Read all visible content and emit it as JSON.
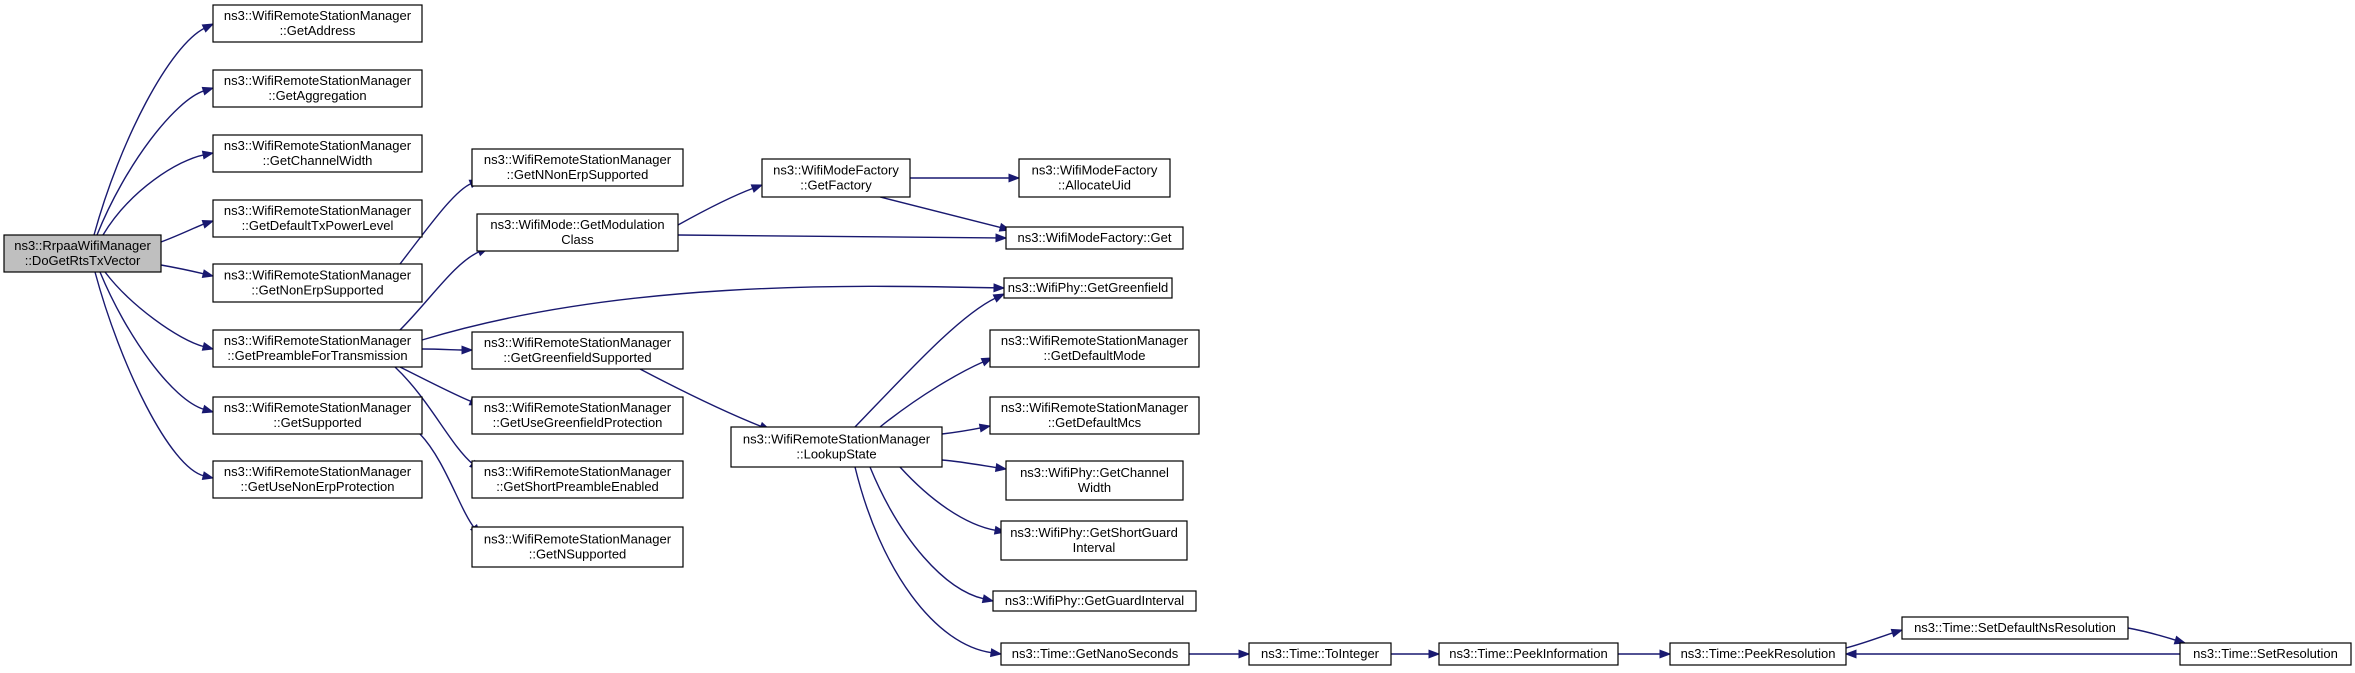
{
  "colors": {
    "edge": "#191970",
    "root_fill": "#bfbfbf",
    "node_fill": "#ffffff"
  },
  "nodes": {
    "root": [
      "ns3::RrpaaWifiManager",
      "::DoGetRtsTxVector"
    ],
    "get_address": [
      "ns3::WifiRemoteStationManager",
      "::GetAddress"
    ],
    "get_aggregation": [
      "ns3::WifiRemoteStationManager",
      "::GetAggregation"
    ],
    "get_channel_width": [
      "ns3::WifiRemoteStationManager",
      "::GetChannelWidth"
    ],
    "get_default_tx_power_level": [
      "ns3::WifiRemoteStationManager",
      "::GetDefaultTxPowerLevel"
    ],
    "get_non_erp_supported": [
      "ns3::WifiRemoteStationManager",
      "::GetNonErpSupported"
    ],
    "get_preamble_for_transmission": [
      "ns3::WifiRemoteStationManager",
      "::GetPreambleForTransmission"
    ],
    "get_supported": [
      "ns3::WifiRemoteStationManager",
      "::GetSupported"
    ],
    "get_use_non_erp_protection": [
      "ns3::WifiRemoteStationManager",
      "::GetUseNonErpProtection"
    ],
    "get_n_non_erp_supported": [
      "ns3::WifiRemoteStationManager",
      "::GetNNonErpSupported"
    ],
    "get_modulation_class": [
      "ns3::WifiMode::GetModulation",
      "Class"
    ],
    "get_greenfield_supported": [
      "ns3::WifiRemoteStationManager",
      "::GetGreenfieldSupported"
    ],
    "get_use_greenfield_protection": [
      "ns3::WifiRemoteStationManager",
      "::GetUseGreenfieldProtection"
    ],
    "get_short_preamble_enabled": [
      "ns3::WifiRemoteStationManager",
      "::GetShortPreambleEnabled"
    ],
    "get_n_supported": [
      "ns3::WifiRemoteStationManager",
      "::GetNSupported"
    ],
    "get_factory": [
      "ns3::WifiModeFactory",
      "::GetFactory"
    ],
    "lookup_state": [
      "ns3::WifiRemoteStationManager",
      "::LookupState"
    ],
    "allocate_uid": [
      "ns3::WifiModeFactory",
      "::AllocateUid"
    ],
    "factory_get": [
      "ns3::WifiModeFactory::Get"
    ],
    "get_greenfield": [
      "ns3::WifiPhy::GetGreenfield"
    ],
    "get_default_mode": [
      "ns3::WifiRemoteStationManager",
      "::GetDefaultMode"
    ],
    "get_default_mcs": [
      "ns3::WifiRemoteStationManager",
      "::GetDefaultMcs"
    ],
    "phy_get_channel_width": [
      "ns3::WifiPhy::GetChannel",
      "Width"
    ],
    "get_short_guard_interval": [
      "ns3::WifiPhy::GetShortGuard",
      "Interval"
    ],
    "get_guard_interval": [
      "ns3::WifiPhy::GetGuardInterval"
    ],
    "get_nano_seconds": [
      "ns3::Time::GetNanoSeconds"
    ],
    "to_integer": [
      "ns3::Time::ToInteger"
    ],
    "peek_information": [
      "ns3::Time::PeekInformation"
    ],
    "peek_resolution": [
      "ns3::Time::PeekResolution"
    ],
    "set_default_ns_resolution": [
      "ns3::Time::SetDefaultNsResolution"
    ],
    "set_resolution": [
      "ns3::Time::SetResolution"
    ]
  },
  "edges": [
    [
      "root",
      "get_address"
    ],
    [
      "root",
      "get_aggregation"
    ],
    [
      "root",
      "get_channel_width"
    ],
    [
      "root",
      "get_default_tx_power_level"
    ],
    [
      "root",
      "get_non_erp_supported"
    ],
    [
      "root",
      "get_preamble_for_transmission"
    ],
    [
      "root",
      "get_supported"
    ],
    [
      "root",
      "get_use_non_erp_protection"
    ],
    [
      "get_non_erp_supported",
      "get_n_non_erp_supported"
    ],
    [
      "get_preamble_for_transmission",
      "get_modulation_class"
    ],
    [
      "get_preamble_for_transmission",
      "get_greenfield"
    ],
    [
      "get_preamble_for_transmission",
      "get_greenfield_supported"
    ],
    [
      "get_preamble_for_transmission",
      "get_use_greenfield_protection"
    ],
    [
      "get_preamble_for_transmission",
      "get_short_preamble_enabled"
    ],
    [
      "get_supported",
      "get_n_supported"
    ],
    [
      "get_modulation_class",
      "get_factory"
    ],
    [
      "get_modulation_class",
      "factory_get"
    ],
    [
      "get_greenfield_supported",
      "lookup_state"
    ],
    [
      "get_factory",
      "allocate_uid"
    ],
    [
      "get_factory",
      "factory_get"
    ],
    [
      "lookup_state",
      "get_greenfield"
    ],
    [
      "lookup_state",
      "get_default_mode"
    ],
    [
      "lookup_state",
      "get_default_mcs"
    ],
    [
      "lookup_state",
      "phy_get_channel_width"
    ],
    [
      "lookup_state",
      "get_short_guard_interval"
    ],
    [
      "lookup_state",
      "get_guard_interval"
    ],
    [
      "lookup_state",
      "get_nano_seconds"
    ],
    [
      "get_nano_seconds",
      "to_integer"
    ],
    [
      "to_integer",
      "peek_information"
    ],
    [
      "peek_information",
      "peek_resolution"
    ],
    [
      "peek_resolution",
      "set_default_ns_resolution"
    ],
    [
      "set_default_ns_resolution",
      "set_resolution"
    ],
    [
      "set_resolution",
      "peek_resolution"
    ]
  ]
}
